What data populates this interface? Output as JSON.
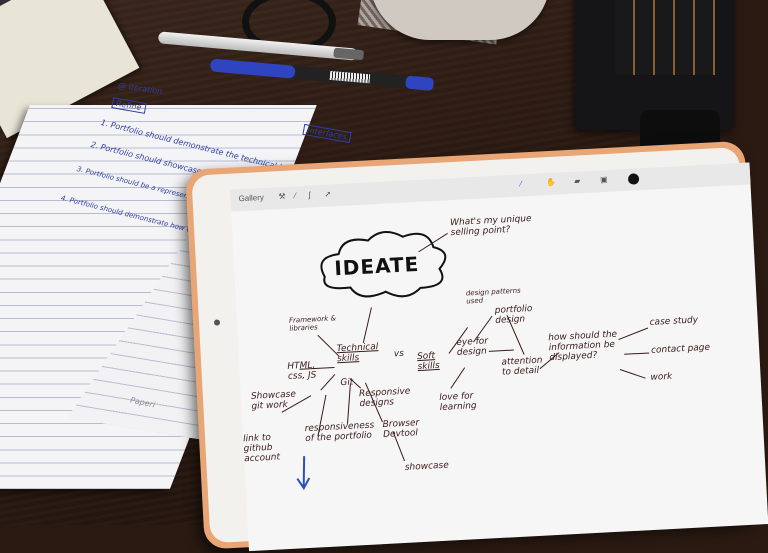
{
  "tablet": {
    "toolbar": {
      "gallery_label": "Gallery"
    },
    "mindmap": {
      "center": "IDEATE",
      "unique": "What's my unique selling point?",
      "technical": "Technical skills",
      "vs": "vs",
      "soft": "Soft skills",
      "frameworks": "Framework & libraries",
      "html": "HTML, css, JS",
      "git": "Git",
      "showcase_git": "Showcase git work",
      "responsive": "Responsive designs",
      "github_link": "link to github account",
      "responsiveness": "responsiveness of the portfolio",
      "browser_devtool": "Browser Devtool",
      "showcase": "showcase",
      "design_patterns": "design patterns used",
      "portfolio_design": "portfolio design",
      "eye_design": "eye for design",
      "attention": "attention to detail",
      "love": "love for learning",
      "how_shown": "how should the information be displayed?",
      "case_study": "case study",
      "contact": "contact page",
      "work": "work"
    }
  },
  "notebook": {
    "title": "@ iteration",
    "left_tag": "Refine",
    "right_tag": "Interfaces",
    "lines": [
      "1. Portfolio should demonstrate the technical hiring process",
      "2. Portfolio should showcase some of my work & the work process",
      "3. Portfolio should be a representation of who I am as a person & simple to navigate around",
      "4. Portfolio should demonstrate how they can contact me / find more information"
    ],
    "brand": "Paperi"
  }
}
